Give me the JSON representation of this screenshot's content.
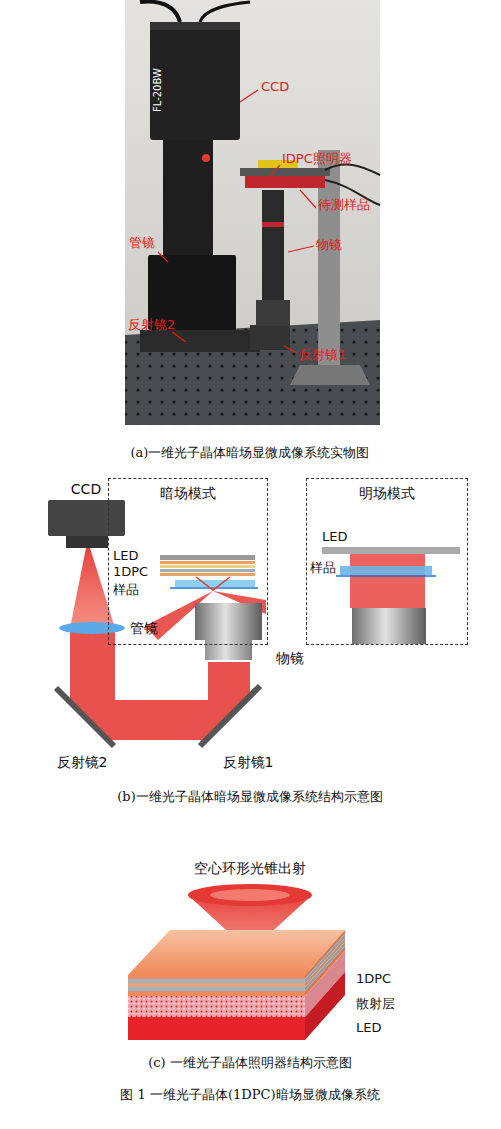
{
  "diagram": {
    "caption": "图 1 一维光子晶体(1DPC)暗场显微成像系统",
    "nodes": [
      {
        "text": [
          "暗场模式"
        ]
      },
      {
        "text": [
          "明场模式"
        ]
      }
    ],
    "labels": [
      "CCD",
      "FL-20BW",
      "IDPC照明器",
      "待测样品",
      "物镜",
      "管镜",
      "反射镜2",
      "反射镜1",
      "(a)一维光子晶体暗场显微成像系统实物图",
      "CCD",
      "LED",
      "1DPC",
      "样品",
      "LED",
      "样品",
      "管镜",
      "物镜",
      "反射镜2",
      "反射镜1",
      "(b)一维光子晶体暗场显微成像系统结构示意图",
      "空心环形光锥出射",
      "1DPC",
      "散射层",
      "LED",
      "(c) 一维光子晶体照明器结构示意图"
    ]
  }
}
